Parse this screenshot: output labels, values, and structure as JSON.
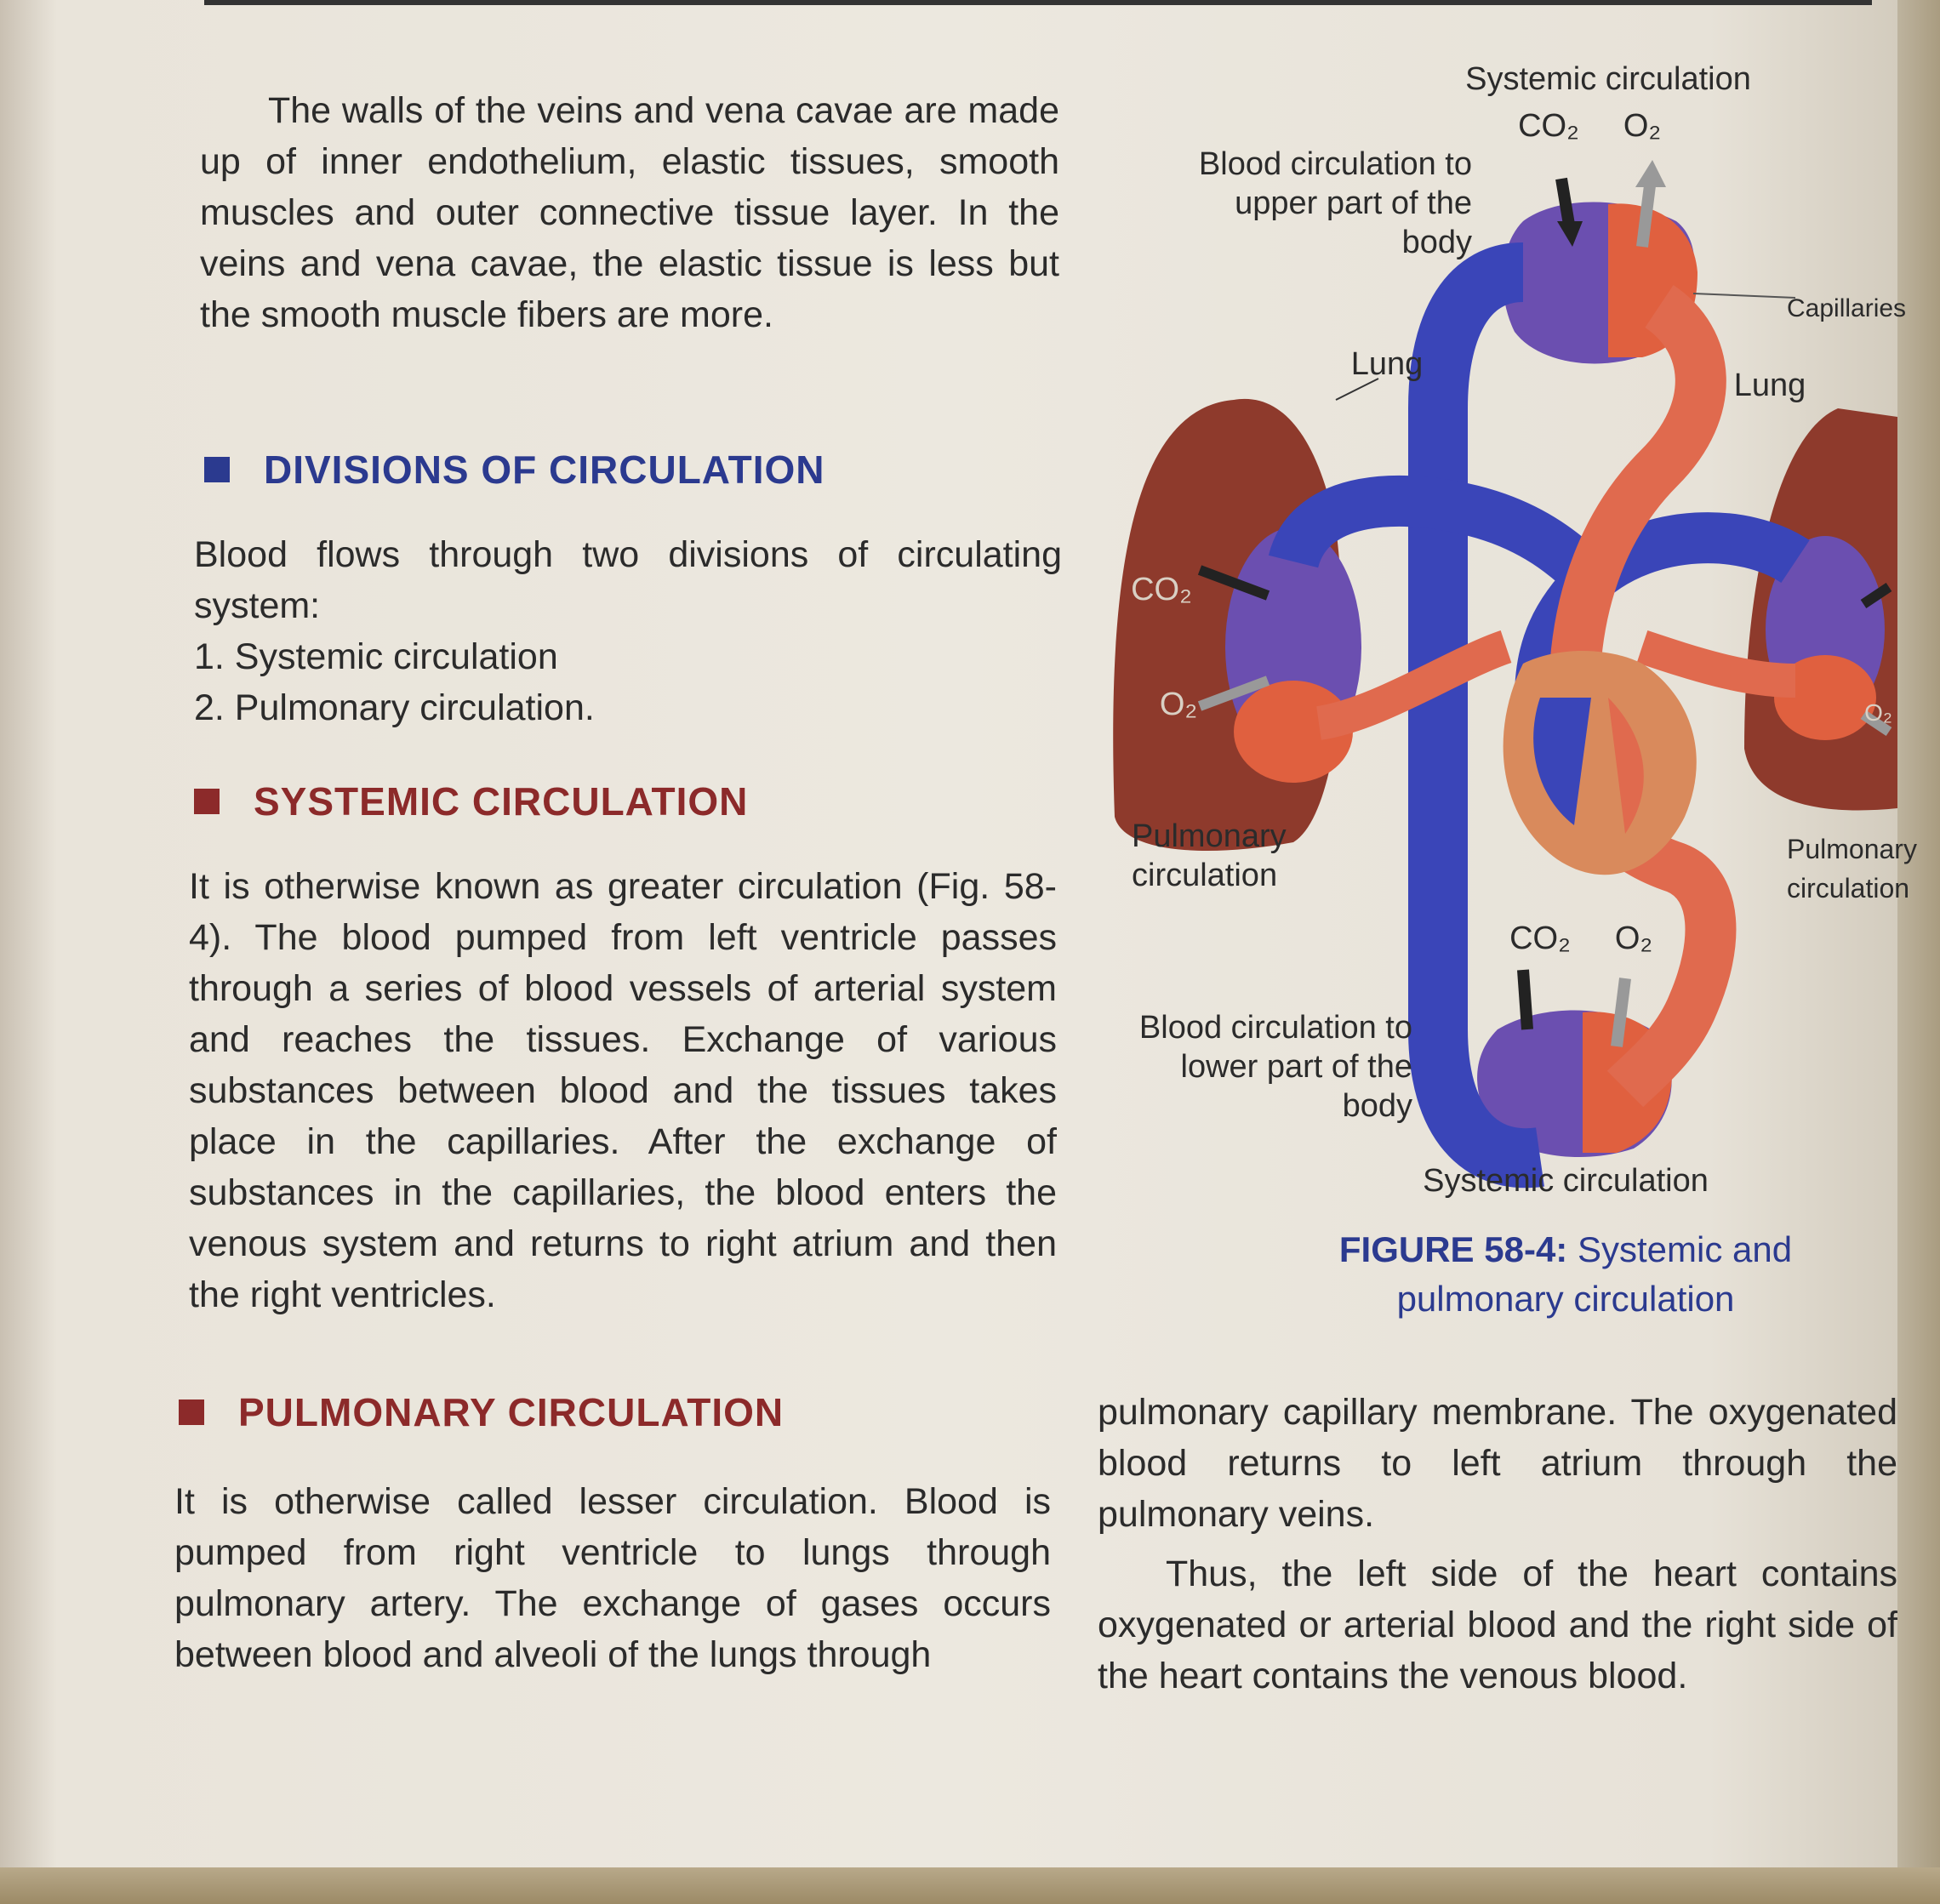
{
  "intro": {
    "text": "The walls of the veins and vena cavae are made up of inner endothelium, elastic tissues, smooth muscles and outer connective tissue layer. In the veins and vena cavae, the elastic tissue is less but the smooth muscle fibers are more."
  },
  "divisions": {
    "heading": "DIVISIONS OF CIRCULATION",
    "text": "Blood flows through two divisions of circulating system:",
    "items": [
      "1. Systemic circulation",
      "2. Pulmonary circulation."
    ]
  },
  "systemic": {
    "heading": "SYSTEMIC CIRCULATION",
    "text": "It is otherwise known as greater circulation (Fig. 58-4). The blood pumped from left ventricle passes through a series of blood vessels of arterial system and reaches the tissues. Exchange of various substances between blood and the tissues takes place in the capillaries. After the exchange of substances in the capillaries, the blood enters the venous system and returns to right atrium and then the right ventricles."
  },
  "pulmonary": {
    "heading": "PULMONARY CIRCULATION",
    "text_left": "It is otherwise called lesser circulation. Blood is pumped from right ventricle to lungs through pulmonary artery. The exchange of gases occurs between blood and alveoli of the lungs through",
    "text_right_1": "pulmonary capillary membrane. The oxygenated blood returns to left atrium through the pulmonary veins.",
    "text_right_2": "Thus, the left side of the heart contains oxygenated or arterial blood and the right side of the heart contains the venous blood."
  },
  "figure": {
    "label_systemic_top": "Systemic circulation",
    "label_co2_top": "CO₂",
    "label_o2_top": "O₂",
    "label_upper": "Blood circulation to upper part of the body",
    "label_capillaries": "Capillaries",
    "label_lung_left": "Lung",
    "label_lung_right": "Lung",
    "label_co2_left": "CO₂",
    "label_o2_left": "O₂",
    "label_o2_right": "O₂",
    "label_pulmonary_left": "Pulmonary circulation",
    "label_pulmonary_right": "Pulmonary circulation",
    "label_co2_bottom": "CO₂",
    "label_o2_bottom": "O₂",
    "label_lower": "Blood circulation to lower part of the body",
    "label_systemic_bottom": "Systemic circulation",
    "caption_bold": "FIGURE 58-4:",
    "caption_text": "Systemic and pulmonary circulation"
  },
  "colors": {
    "venous": "#3a45b8",
    "arterial": "#e06a4e",
    "lung": "#8e3a2c",
    "heading_blue": "#2b3a8f",
    "heading_red": "#8c2a2a"
  }
}
